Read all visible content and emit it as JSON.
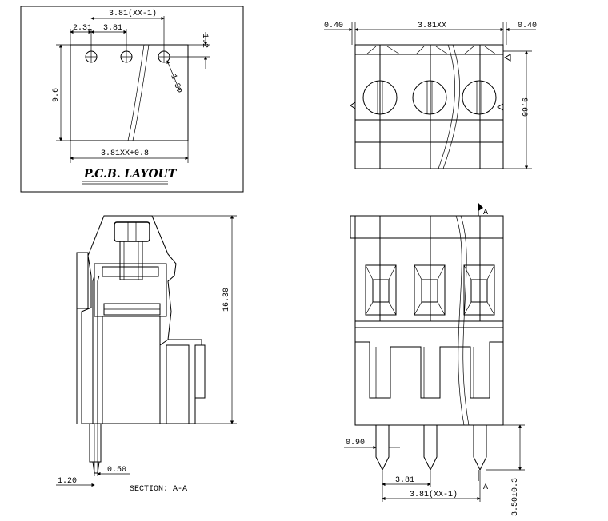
{
  "pcb_layout": {
    "title": "P.C.B. LAYOUT",
    "dims": {
      "top_pitch_total": "3.81(XX-1)",
      "left_offset": "2.31",
      "pitch": "3.81",
      "top_offset": "1.2",
      "hole_dia": "1.3Φ",
      "height": "9.6",
      "width_total": "3.81XX+0.8"
    }
  },
  "top_view": {
    "dims": {
      "left_margin": "0.40",
      "width": "3.81XX",
      "right_margin": "0.40",
      "height": "9.60"
    }
  },
  "side_view": {
    "title": "SECTION: A-A",
    "dims": {
      "height": "16.30",
      "pin_width": "0.50",
      "pin_offset": "1.20"
    }
  },
  "front_view": {
    "section_marker_top": "A",
    "section_marker_bottom": "A",
    "dims": {
      "pin_width": "0.90",
      "pitch": "3.81",
      "pitch_total": "3.81(XX-1)",
      "pin_length": "3.50±0.3"
    }
  }
}
